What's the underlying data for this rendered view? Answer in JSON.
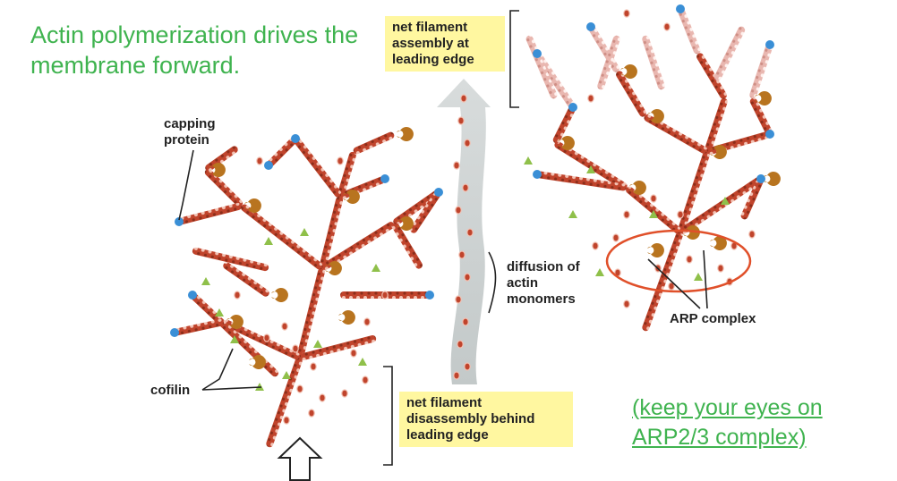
{
  "title": "Actin polymerization drives the membrane forward.",
  "note": "(keep your eyes on ARP2/3 complex)",
  "labels": {
    "capping_protein": "capping protein",
    "cofilin": "cofilin",
    "diffusion": "diffusion of actin monomers",
    "arp_complex": "ARP complex",
    "assembly": "net filament assembly at leading edge",
    "disassembly": "net filament disassembly behind leading edge"
  },
  "colors": {
    "title_green": "#3fb34f",
    "actin": "#c0442c",
    "actin_old": "#e7b4ad",
    "arp": "#b8741f",
    "cap": "#3a8fd6",
    "cofilin": "#8fc04a",
    "highlight_box": "#fff7a0",
    "circle": "#e0502a"
  }
}
